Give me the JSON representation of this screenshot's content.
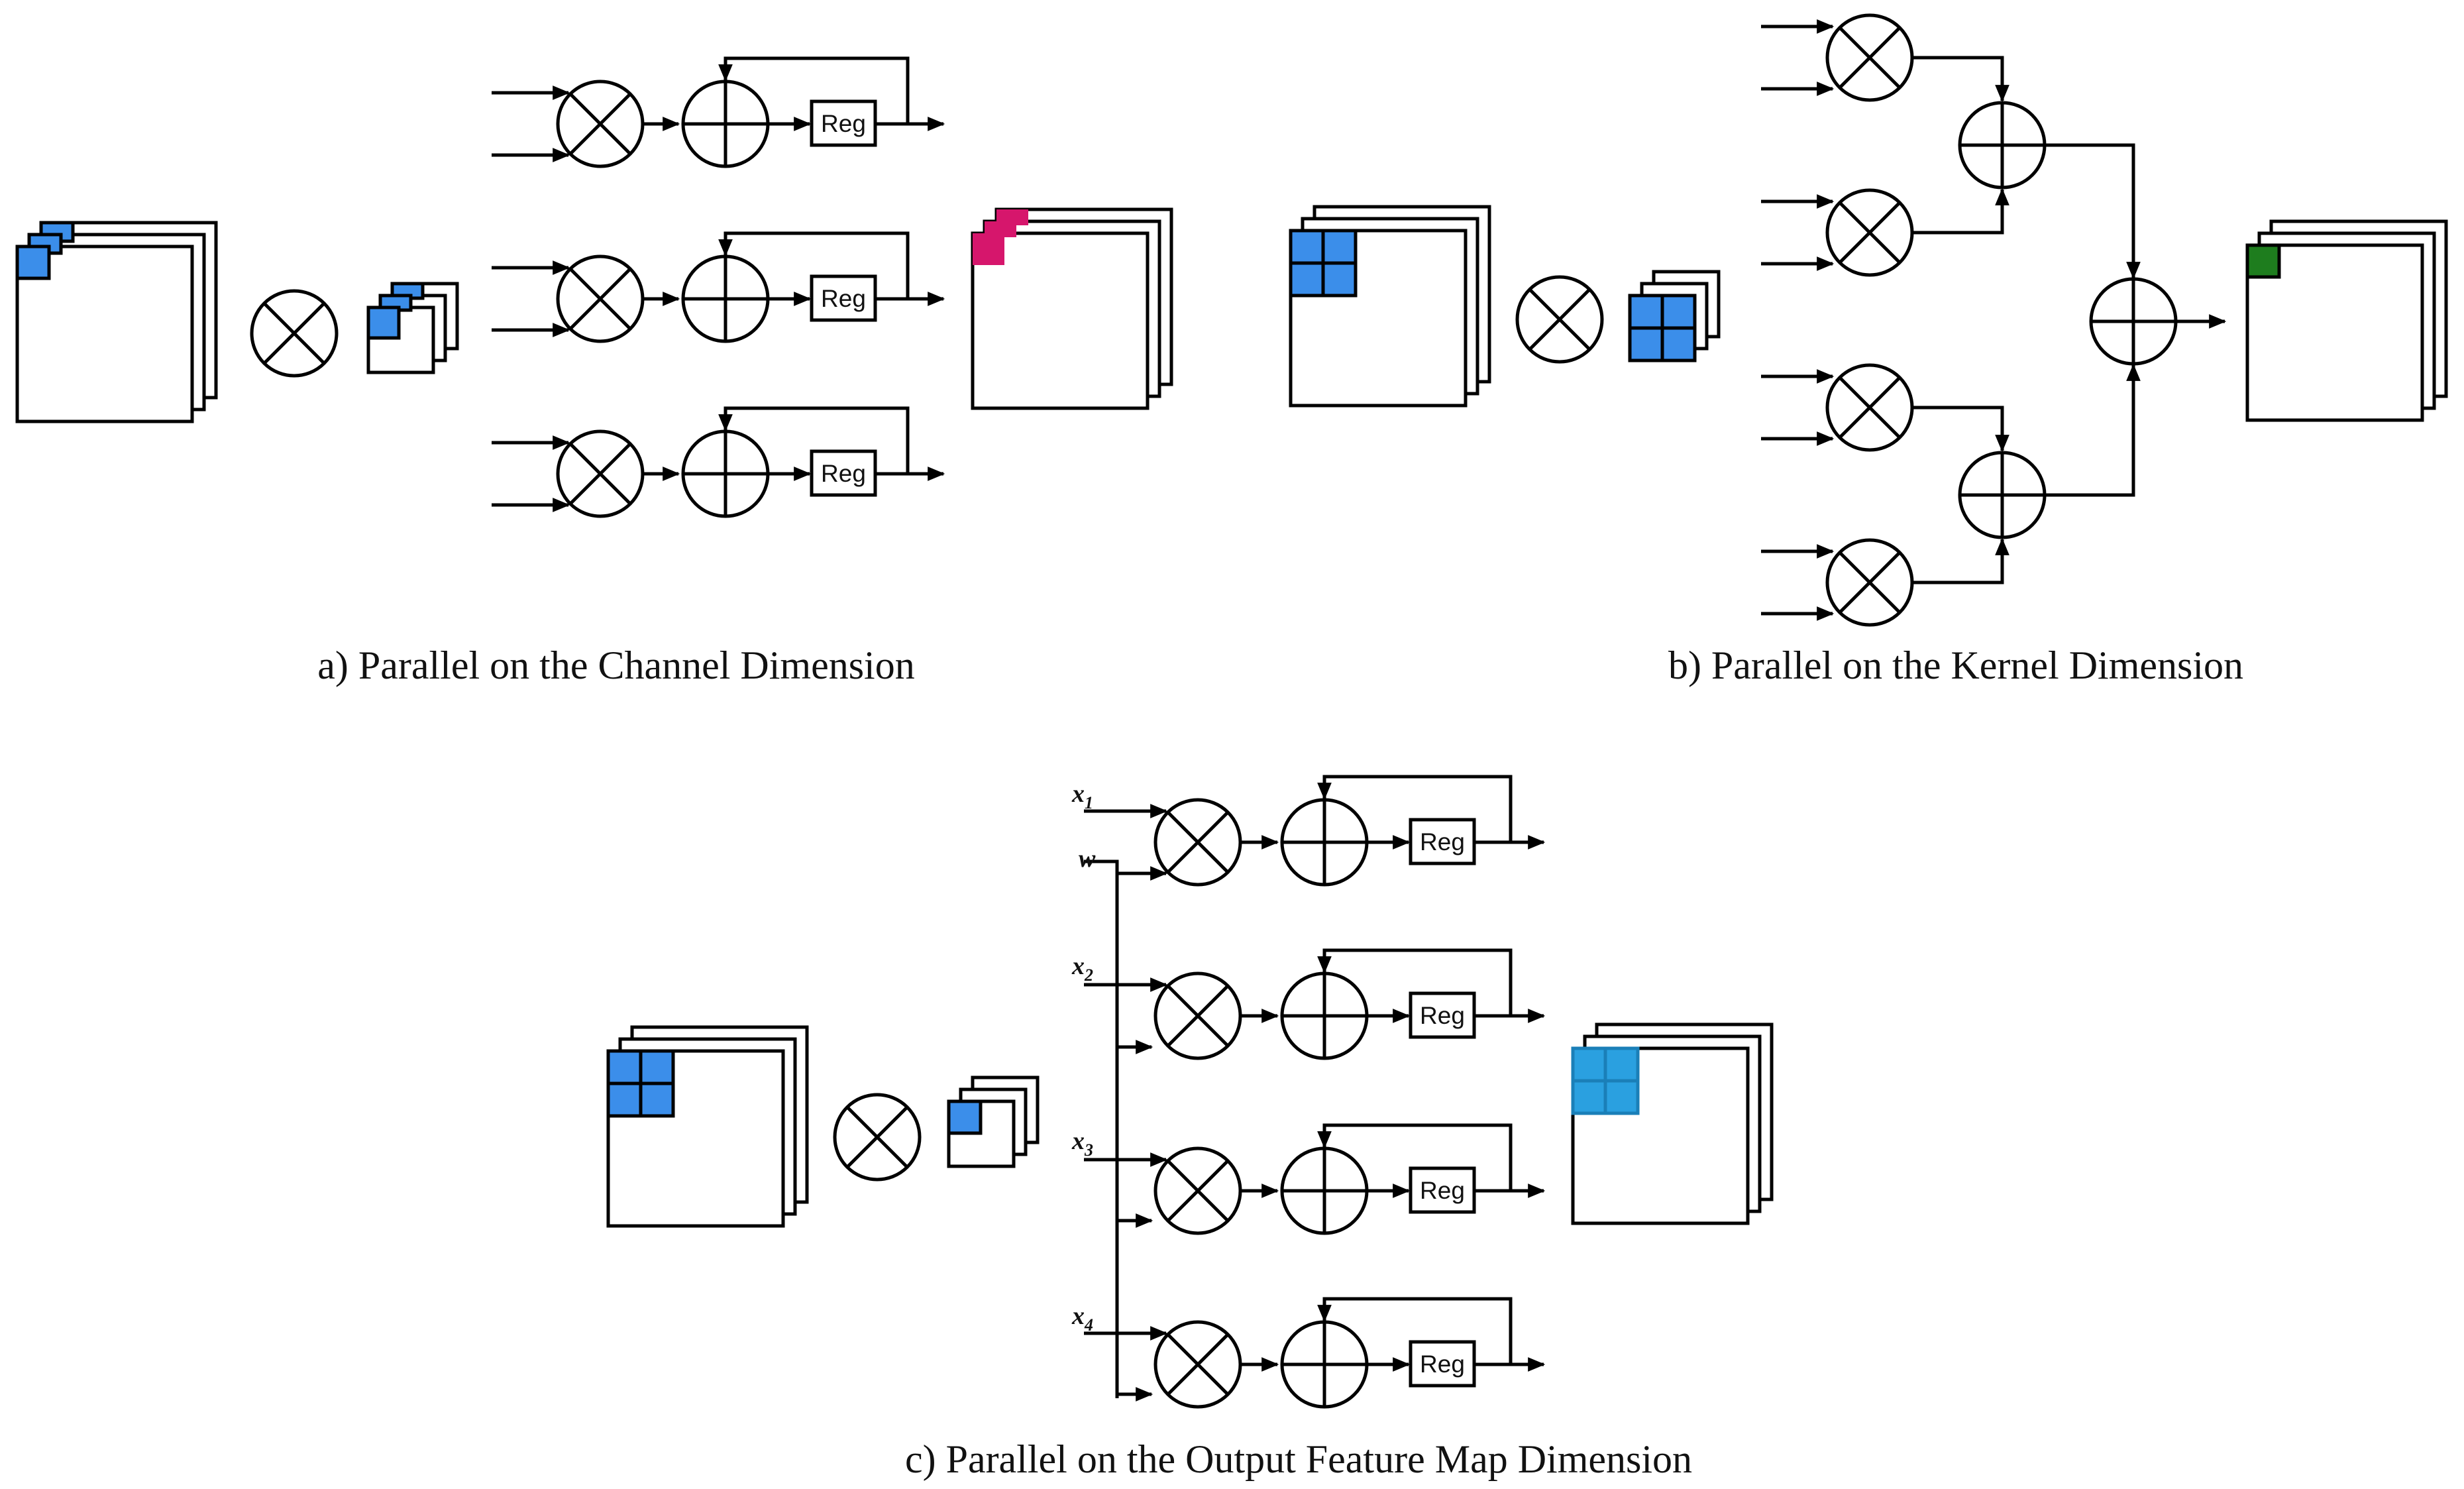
{
  "captions": {
    "a": "a)  Parallel on the Channel Dimension",
    "b": "b)  Parallel on the Kernel Dimension",
    "c": "c)  Parallel on the Output Feature Map Dimension"
  },
  "reg_label": "Reg",
  "inputs": {
    "x1": {
      "base": "x",
      "sub": "1"
    },
    "w": {
      "base": "w",
      "sub": ""
    },
    "x2": {
      "base": "x",
      "sub": "2"
    },
    "x3": {
      "base": "x",
      "sub": "3"
    },
    "x4": {
      "base": "x",
      "sub": "4"
    }
  },
  "colors": {
    "input_highlight": "#3b8eea",
    "output_a": "#d6166c",
    "output_b": "#1e7d1e",
    "output_c": "#2aa0e0",
    "stroke": "#000000"
  }
}
